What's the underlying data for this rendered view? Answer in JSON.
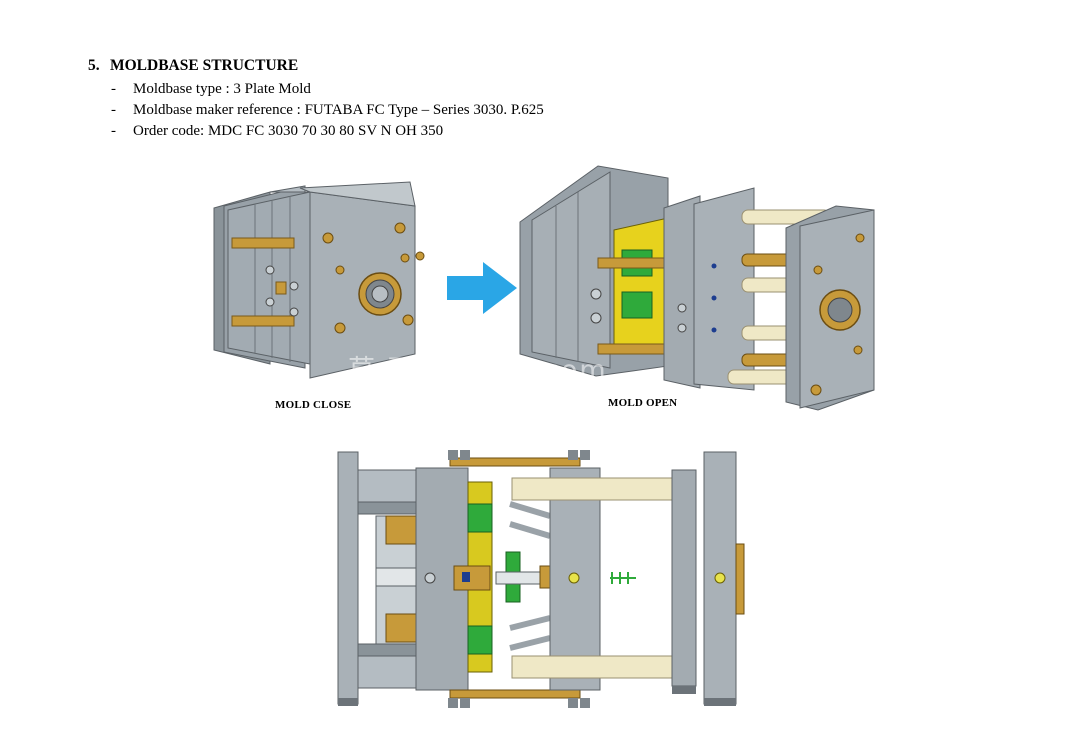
{
  "section": {
    "number": "5.",
    "title": "MOLDBASE STRUCTURE",
    "bullets": [
      {
        "dash": "-",
        "text": "Moldbase type : 3 Plate Mold"
      },
      {
        "dash": "-",
        "text": "Moldbase maker reference : FUTABA FC Type – Series 3030. P.625"
      },
      {
        "dash": "-",
        "text": "Order code: MDC FC 3030 70 30 80 SV N OH 350"
      }
    ]
  },
  "figures": {
    "close_caption": "MOLD CLOSE",
    "open_caption": "MOLD OPEN",
    "watermark": "草  西        .  3dmo    com"
  },
  "colors": {
    "plate": "#9ea7ae",
    "plate_dark": "#7f878d",
    "brass": "#c79a3a",
    "arrow": "#2aa6e6",
    "cavity_yellow": "#f1e21b",
    "core_green": "#2faa3b",
    "pin_cream": "#efe8c6"
  }
}
